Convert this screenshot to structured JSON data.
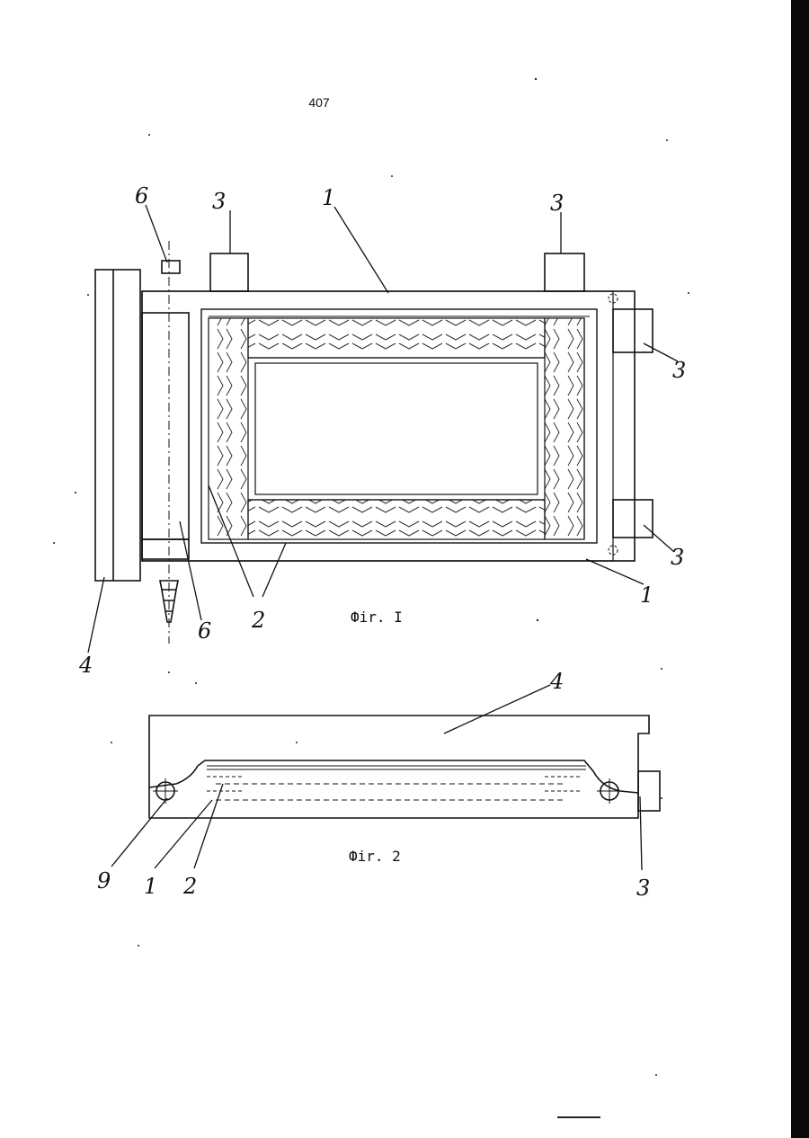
{
  "page_number": "407",
  "fig1": {
    "caption": "Фir. I",
    "labels": {
      "top_left_6": "6",
      "top_3_left": "3",
      "top_1": "1",
      "top_3_right": "3",
      "right_3_upper": "3",
      "right_3_lower": "3",
      "bottom_1": "1",
      "bottom_2": "2",
      "bottom_6": "6",
      "left_4": "4"
    }
  },
  "fig2": {
    "caption": "Фir. 2",
    "labels": {
      "top_4": "4",
      "bottom_9": "9",
      "bottom_1": "1",
      "bottom_2": "2",
      "bottom_3": "3"
    }
  }
}
